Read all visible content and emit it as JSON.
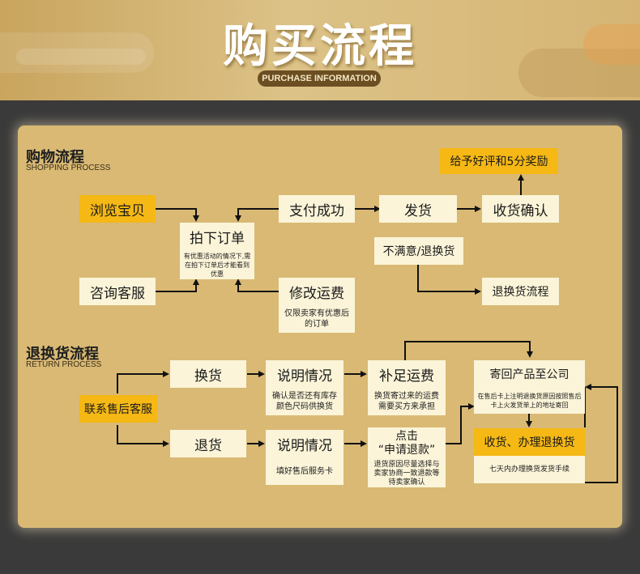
{
  "header": {
    "title": "购买流程",
    "subtitle": "PURCHASE INFORMATION"
  },
  "shopping": {
    "title": "购物流程",
    "subtitle": "SHOPPING PROCESS",
    "browse": "浏览宝贝",
    "consult": "咨询客服",
    "order": "拍下订单",
    "order_note": "有优惠活动的情况下,需在拍下订单后才能看到优惠",
    "pay_success": "支付成功",
    "ship": "发货",
    "confirm_receipt": "收货确认",
    "review_reward": "给予好评和5分奖励",
    "unsatisfied": "不满意/退换货",
    "return_process": "退换货流程",
    "modify_shipping": "修改运费",
    "modify_note": "仅限卖家有优惠后的订单"
  },
  "returns": {
    "title": "退换货流程",
    "subtitle": "RETURN PROCESS",
    "contact_service": "联系售后客服",
    "exchange": "换货",
    "refund": "退货",
    "explain1": "说明情况",
    "explain1_note": "确认是否还有库存颜色尺码供换货",
    "explain2": "说明情况",
    "explain2_note": "填好售后服务卡",
    "add_shipping": "补足运费",
    "add_shipping_note": "换货寄过来的运费需要买方来承担",
    "click_apply_line1": "点击",
    "click_apply_line2": "“申请退款”",
    "click_apply_note": "退货原因尽量选择与卖家协商一致退款等待卖家确认",
    "mail_back": "寄回产品至公司",
    "mail_back_note": "在售后卡上注明退换货原因按照售后卡上火发货单上的地址寄回",
    "receive_handle": "收货、办理退换货",
    "receive_handle_note": "七天内办理换货发货手续"
  },
  "colors": {
    "header_bg": "#d6b574",
    "panel_bg": "#d9b974",
    "box_cream": "#fbf4d8",
    "box_yellow": "#f5b814",
    "pill_brown": "#6b4e21",
    "page_bg": "#3a3a3a"
  }
}
